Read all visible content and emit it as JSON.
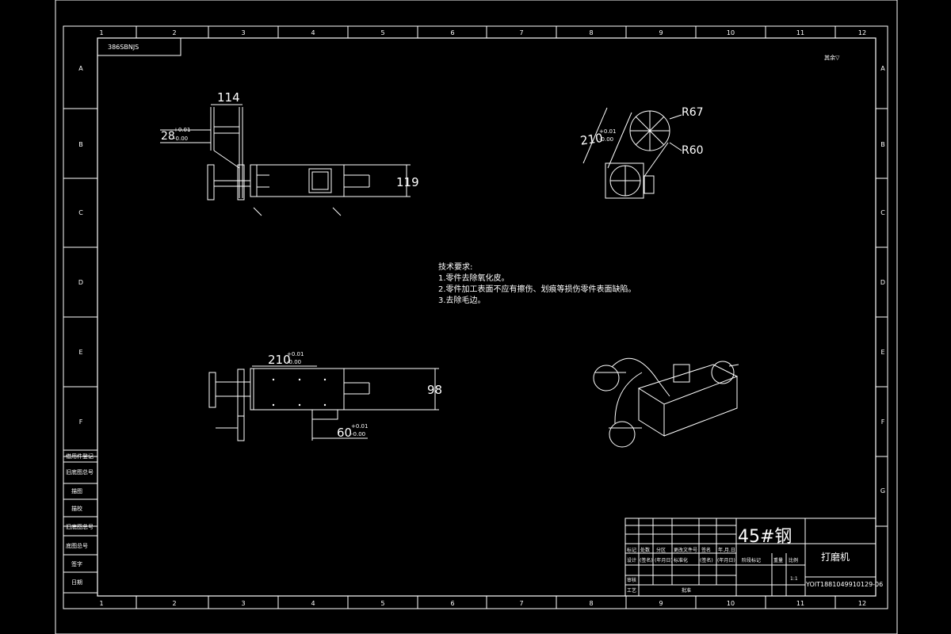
{
  "drawing": {
    "title": "打磨机",
    "drawing_number": "YOIT1881049910129-06",
    "material": "45#钢",
    "top_left_code": "386SBNJS",
    "top_right_mark": "其余▽",
    "scale_label": "1:1"
  },
  "grid": {
    "columns": [
      "1",
      "2",
      "3",
      "4",
      "5",
      "6",
      "7",
      "8",
      "9",
      "10",
      "11",
      "12"
    ],
    "rows": [
      "A",
      "B",
      "C",
      "D",
      "E",
      "F",
      "G"
    ]
  },
  "left_panel": {
    "items": [
      "借用件登记",
      "旧底图总号",
      "描图",
      "描校",
      "旧底图总号",
      "底图总号",
      "签字",
      "日期"
    ]
  },
  "technical_requirements": {
    "heading": "技术要求:",
    "items": [
      "1.零件去除氧化皮。",
      "2.零件加工表面不应有擦伤、划痕等损伤零件表面缺陷。",
      "3.去除毛边。"
    ]
  },
  "dimensions": {
    "d114": "114",
    "d28": "28",
    "d28_tol_upper": "+0.01",
    "d28_tol_lower": "-0.00",
    "d119": "119",
    "d210a": "210",
    "d210a_tol_upper": "+0.01",
    "d210a_tol_lower": "-0.00",
    "r67": "R67",
    "r60": "R60",
    "d210b": "210",
    "d210b_tol_upper": "+0.01",
    "d210b_tol_lower": "-0.00",
    "d98": "98",
    "d60": "60",
    "d60_tol_upper": "+0.01",
    "d60_tol_lower": "-0.00"
  },
  "title_block": {
    "labels_row1": [
      "标记",
      "处数",
      "分区",
      "更改文件号",
      "签名",
      "年.月.日"
    ],
    "labels_row2": [
      "设计",
      "(签名)",
      "(年月日)",
      "标准化",
      "(签名)",
      "(年月日)"
    ],
    "labels_row3": [
      "审核"
    ],
    "labels_row4": [
      "工艺",
      "批准"
    ],
    "stage_labels": [
      "阶段标记",
      "重量",
      "比例"
    ]
  }
}
